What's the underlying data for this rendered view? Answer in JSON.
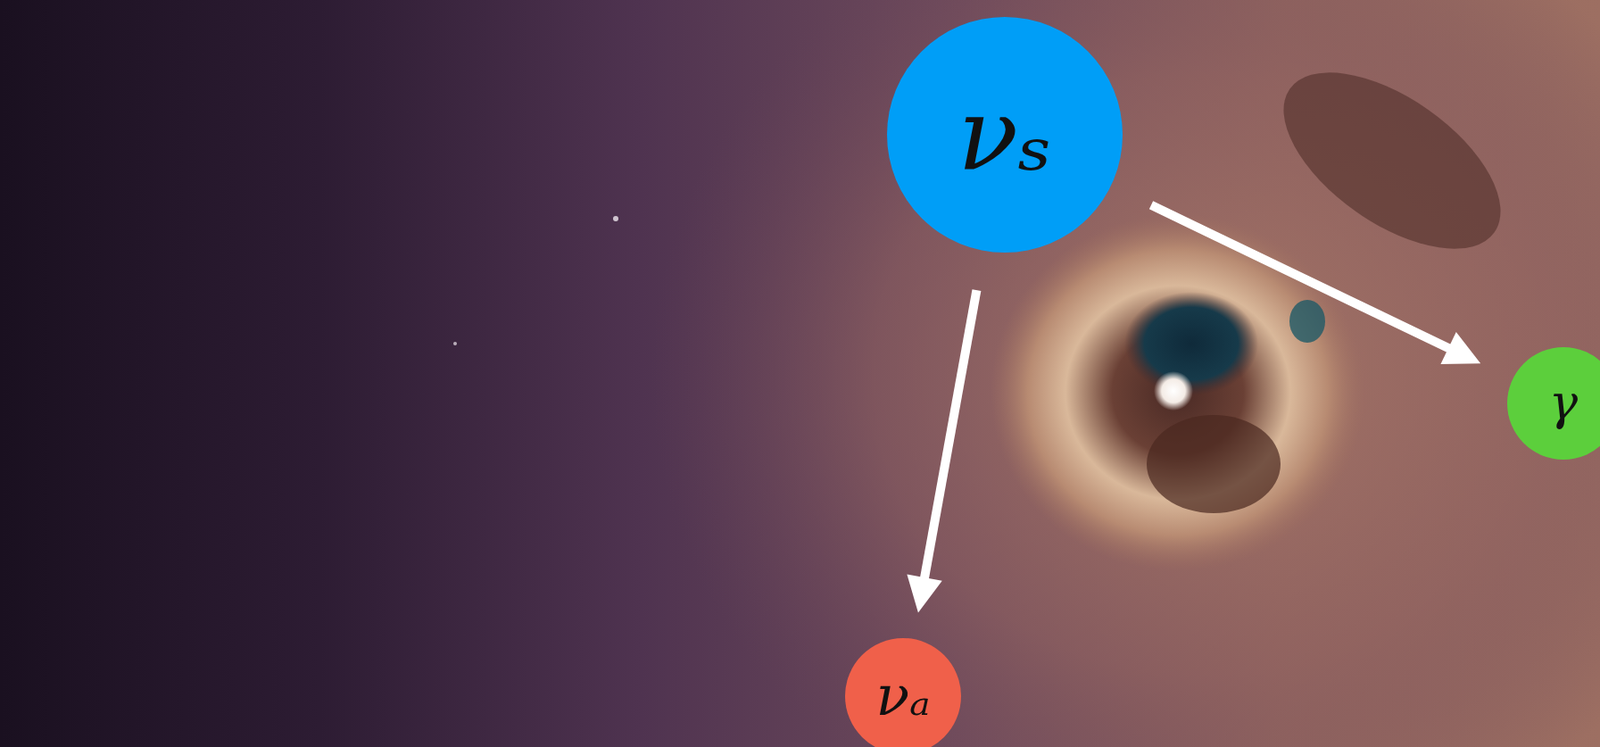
{
  "diagram": {
    "nodes": [
      {
        "text": [
          "νₛ"
        ]
      },
      {
        "text": [
          "γ"
        ]
      },
      {
        "text": [
          "νₐ"
        ]
      }
    ],
    "edges": [
      {
        "from": 0,
        "to": 1,
        "arrow": "to"
      },
      {
        "from": 0,
        "to": 2,
        "arrow": "to"
      }
    ]
  }
}
